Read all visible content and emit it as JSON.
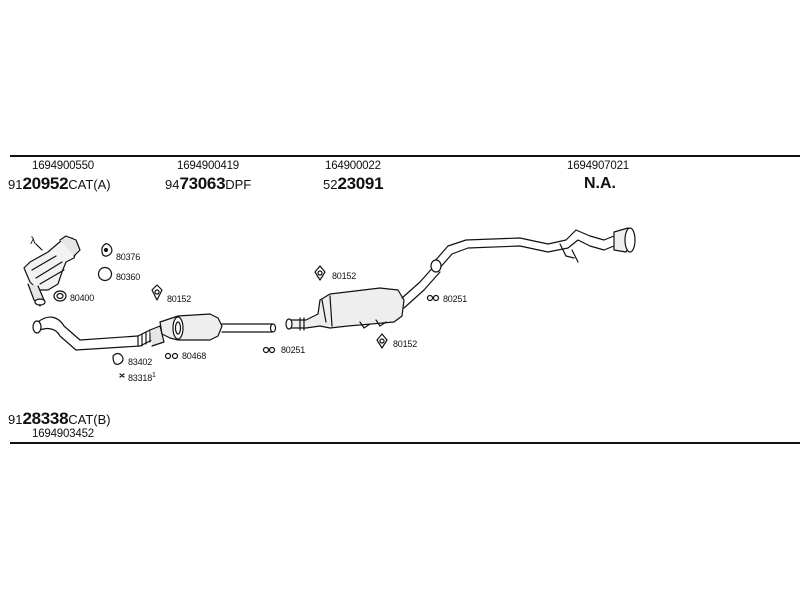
{
  "groups": [
    {
      "oe": "1694900550",
      "prefix": "91",
      "main": "20952",
      "suffix": "CAT(A)"
    },
    {
      "oe": "1694900419",
      "prefix": "94",
      "main": "73063",
      "suffix": "DPF"
    },
    {
      "oe": "164900022",
      "prefix": "52",
      "main": "23091",
      "suffix": ""
    },
    {
      "oe": "1694907021",
      "na": "N.A."
    }
  ],
  "bottom_group": {
    "prefix": "91",
    "main": "28338",
    "suffix": "CAT(B)",
    "oe": "1694903452"
  },
  "parts": {
    "p80376": "80376",
    "p80360": "80360",
    "p80400": "80400",
    "p80152_a": "80152",
    "p80152_b": "80152",
    "p80152_c": "80152",
    "p80251_a": "80251",
    "p80251_b": "80251",
    "p80468": "80468",
    "p83402": "83402",
    "p83318": "83318",
    "p83318_sup": "1"
  },
  "sensor_symbol": "λ"
}
